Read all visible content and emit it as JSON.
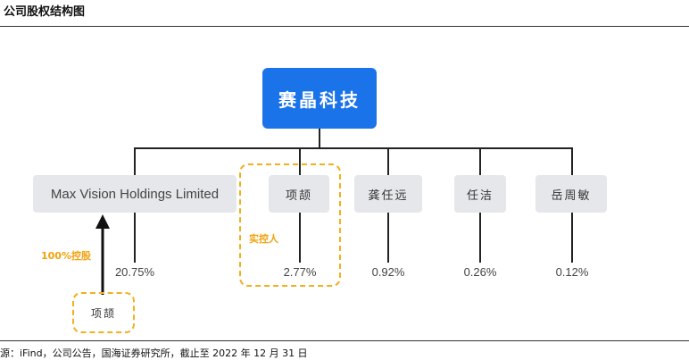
{
  "title": "公司股权结构图",
  "source": "源：iFind，公司公告，国海证券研究所，截止至 2022 年 12 月 31 日",
  "company": "赛晶科技",
  "shareholders": [
    {
      "name": "Max Vision Holdings Limited",
      "pct": "20.75%"
    },
    {
      "name": "项颉",
      "pct": "2.77%"
    },
    {
      "name": "龚任远",
      "pct": "0.92%"
    },
    {
      "name": "任洁",
      "pct": "0.26%"
    },
    {
      "name": "岳周敏",
      "pct": "0.12%"
    }
  ],
  "actual_controller_label": "实控人",
  "control_label": "100%控股",
  "controller_name": "项颉",
  "colors": {
    "company_box": "#1a73e8",
    "highlight": "#f2b01e",
    "box_bg": "#e6e7ea"
  }
}
